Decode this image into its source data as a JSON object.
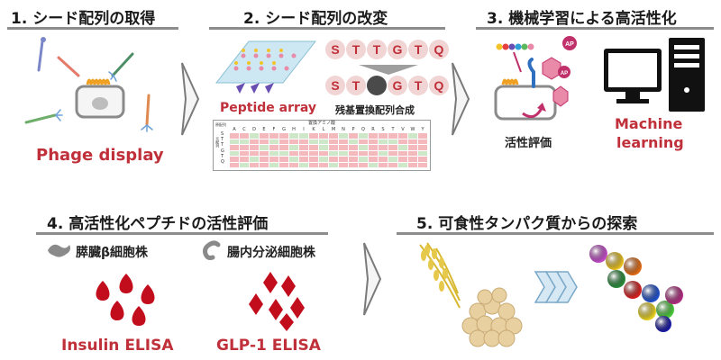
{
  "steps": [
    {
      "title": "1. シード配列の取得",
      "label": "Phage display"
    },
    {
      "title": "2. シード配列の改変",
      "label": "Peptide array",
      "caption": "残基置換配列合成",
      "seq_top": [
        "S",
        "T",
        "T",
        "G",
        "T",
        "Q"
      ],
      "seq_bottom": [
        "S",
        "T",
        "",
        "G",
        "T",
        "Q"
      ],
      "heatmap_title": "置換アミノ酸",
      "heatmap_corner": "原配列",
      "heatmap_rowlabel": "元配列",
      "heatmap_columns": [
        "A",
        "C",
        "D",
        "E",
        "F",
        "G",
        "H",
        "I",
        "K",
        "L",
        "M",
        "N",
        "P",
        "Q",
        "R",
        "S",
        "T",
        "V",
        "W",
        "Y"
      ],
      "heatmap_rows": [
        "S",
        "T",
        "T",
        "G",
        "T",
        "Q"
      ]
    },
    {
      "title": "3. 機械学習による高活性化",
      "label_left": "活性評価",
      "label_right_1": "Machine",
      "label_right_2": "learning",
      "badge": "AP"
    },
    {
      "title": "4. 高活性化ペプチドの活性評価",
      "cell_left": "膵臓β細胞株",
      "cell_right": "腸内分泌細胞株",
      "assay_left": "Insulin ELISA",
      "assay_right": "GLP-1 ELISA"
    },
    {
      "title": "5. 可食性タンパク質からの探索"
    }
  ],
  "colors": {
    "accent_red": "#c0303a",
    "title": "#1a1a1a",
    "rule": "#8c8c8c",
    "heat_red": "#f4b9bd",
    "heat_green": "#cfe7c9"
  }
}
